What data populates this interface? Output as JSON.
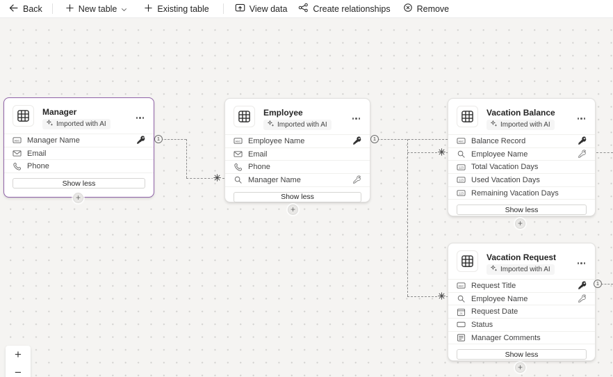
{
  "toolbar": {
    "back_label": "Back",
    "new_table_label": "New table",
    "existing_table_label": "Existing table",
    "view_data_label": "View data",
    "create_relationships_label": "Create relationships",
    "remove_label": "Remove"
  },
  "cards": [
    {
      "title": "Manager",
      "badge": "Imported with AI",
      "show_less_label": "Show less",
      "fields": [
        {
          "name": "Manager Name",
          "type": "text",
          "key": "primary"
        },
        {
          "name": "Email",
          "type": "email"
        },
        {
          "name": "Phone",
          "type": "phone"
        }
      ]
    },
    {
      "title": "Employee",
      "badge": "Imported with AI",
      "show_less_label": "Show less",
      "fields": [
        {
          "name": "Employee Name",
          "type": "text",
          "key": "primary"
        },
        {
          "name": "Email",
          "type": "email"
        },
        {
          "name": "Phone",
          "type": "phone"
        },
        {
          "name": "Manager Name",
          "type": "lookup",
          "key": "foreign"
        }
      ]
    },
    {
      "title": "Vacation Balance",
      "badge": "Imported with AI",
      "show_less_label": "Show less",
      "fields": [
        {
          "name": "Balance Record",
          "type": "text",
          "key": "primary"
        },
        {
          "name": "Employee Name",
          "type": "lookup",
          "key": "foreign"
        },
        {
          "name": "Total Vacation Days",
          "type": "number"
        },
        {
          "name": "Used Vacation Days",
          "type": "number"
        },
        {
          "name": "Remaining Vacation Days",
          "type": "number"
        }
      ]
    },
    {
      "title": "Vacation Request",
      "badge": "Imported with AI",
      "show_less_label": "Show less",
      "fields": [
        {
          "name": "Request Title",
          "type": "text",
          "key": "primary"
        },
        {
          "name": "Employee Name",
          "type": "lookup",
          "key": "foreign"
        },
        {
          "name": "Request Date",
          "type": "date"
        },
        {
          "name": "Status",
          "type": "choice"
        },
        {
          "name": "Manager Comments",
          "type": "multiline"
        }
      ]
    }
  ],
  "relationships": {
    "one_label": "1",
    "many_symbol": "✳",
    "connections": [
      {
        "from": "Manager.Manager Name",
        "to": "Employee.Manager Name",
        "cardinality": "one-to-many"
      },
      {
        "from": "Employee.Employee Name",
        "to": "Vacation Balance.Employee Name",
        "cardinality": "one-to-many"
      },
      {
        "from": "Employee.Employee Name",
        "to": "Vacation Request.Employee Name",
        "cardinality": "one-to-many"
      }
    ]
  },
  "zoom_controls": {
    "zoom_in_label": "+",
    "zoom_out_label": "−"
  },
  "colors": {
    "selected_border": "#9163a9",
    "dash": "#8c8c8c",
    "canvas_bg": "#f5f4f2",
    "badge_bg": "#f5f5f5"
  }
}
